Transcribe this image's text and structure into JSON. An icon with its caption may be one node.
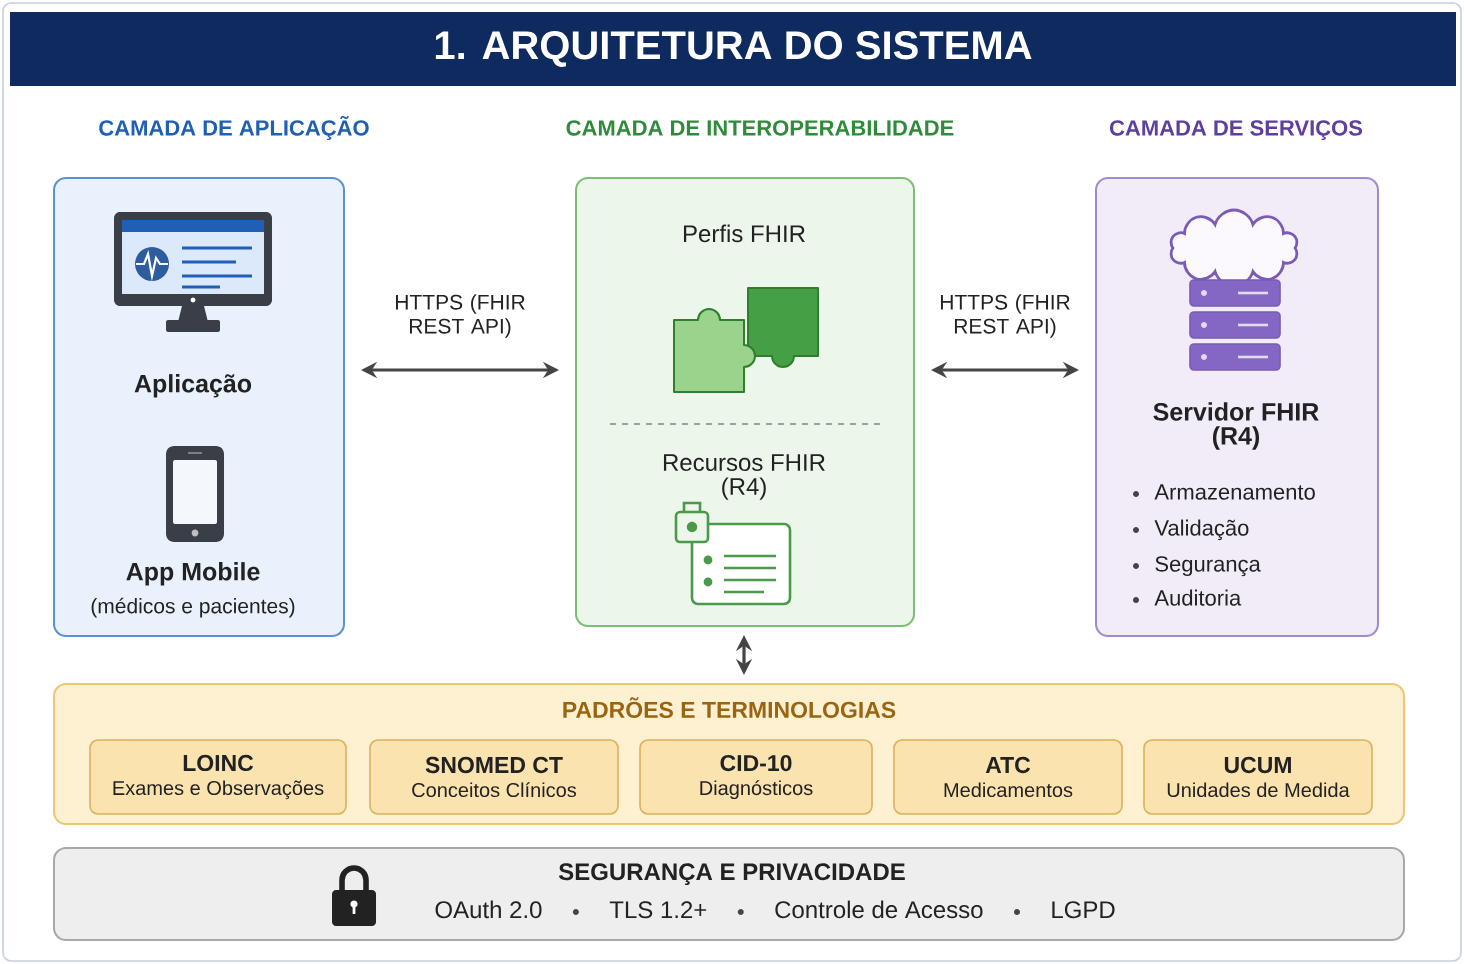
{
  "diagram": {
    "title": "1. ARQUITETURA DO SISTEMA",
    "nodes": [
      {
        "text": [
          "CAMADA DE APLICAÇÃO",
          "Aplicação",
          "App Mobile",
          "(médicos e pacientes)"
        ]
      },
      {
        "text": [
          "CAMADA DE INTEROPERABILIDADE",
          "Perfis FHIR",
          "Recursos FHIR (R4)"
        ]
      },
      {
        "text": [
          "CAMADA DE SERVIÇOS",
          "Servidor FHIR (R4)",
          "Armazenamento",
          "Validação",
          "Segurança",
          "Auditoria"
        ]
      },
      {
        "text": [
          "PADRÕES E TERMINOLOGIAS"
        ]
      },
      {
        "text": [
          "LOINC",
          "Exames e Observações"
        ],
        "in": 3
      },
      {
        "text": [
          "SNOMED CT",
          "Conceitos Clínicos"
        ],
        "in": 3
      },
      {
        "text": [
          "CID-10",
          "Diagnósticos"
        ],
        "in": 3
      },
      {
        "text": [
          "ATC",
          "Medicamentos"
        ],
        "in": 3
      },
      {
        "text": [
          "UCUM",
          "Unidades de Medida"
        ],
        "in": 3
      },
      {
        "text": [
          "SEGURANÇA E PRIVACIDADE",
          "OAuth 2.0",
          "TLS 1.2+",
          "Controle de Acesso",
          "LGPD"
        ]
      }
    ],
    "edges": [
      {
        "from": 0,
        "to": 1,
        "arrow": "both",
        "label": "HTTPS (FHIR REST API)"
      },
      {
        "from": 1,
        "to": 2,
        "arrow": "both",
        "label": "HTTPS (FHIR REST API)"
      },
      {
        "from": 1,
        "to": 3,
        "arrow": "both"
      }
    ]
  }
}
